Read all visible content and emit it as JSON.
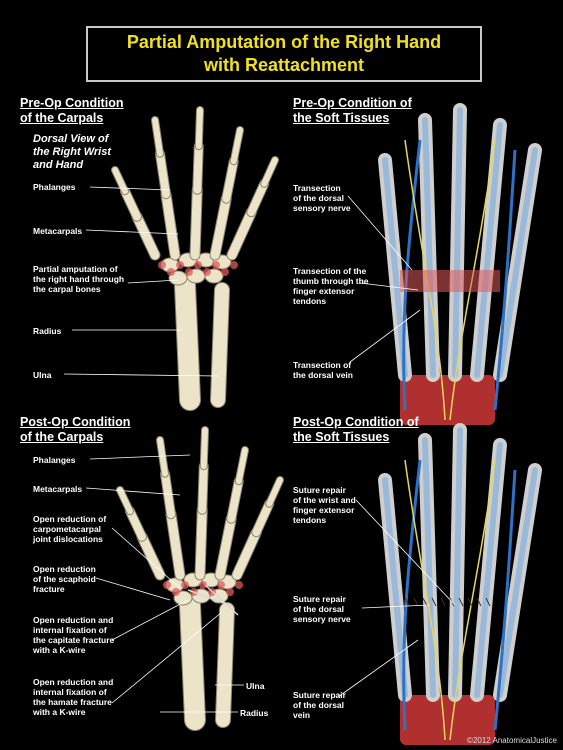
{
  "title": {
    "line1": "Partial Amputation of the Right Hand",
    "line2": "with Reattachment"
  },
  "panels": {
    "preop_carpals": {
      "heading1": "Pre-Op Condition",
      "heading2": "of the Carpals",
      "view1": "Dorsal View of",
      "view2": "the Right Wrist",
      "view3": "and Hand",
      "labels": {
        "phalanges": "Phalanges",
        "metacarpals": "Metacarpals",
        "amp1": "Partial amputation of",
        "amp2": "the right hand through",
        "amp3": "the carpal bones",
        "radius": "Radius",
        "ulna": "Ulna"
      }
    },
    "preop_soft": {
      "heading1": "Pre-Op Condition of",
      "heading2": "the Soft Tissues",
      "labels": {
        "nerve1": "Transection",
        "nerve2": "of the dorsal",
        "nerve3": "sensory nerve",
        "tendon1": "Transection of the",
        "tendon2": "thumb through the",
        "tendon3": "finger extensor",
        "tendon4": "tendons",
        "vein1": "Transection of",
        "vein2": "the dorsal vein"
      }
    },
    "postop_carpals": {
      "heading1": "Post-Op Condition",
      "heading2": "of the Carpals",
      "labels": {
        "phalanges": "Phalanges",
        "metacarpals": "Metacarpals",
        "cmc1": "Open reduction of",
        "cmc2": "carpometacarpal",
        "cmc3": "joint dislocations",
        "scaph1": "Open reduction",
        "scaph2": "of the scaphoid",
        "scaph3": "fracture",
        "cap1": "Open reduction and",
        "cap2": "internal fixation of",
        "cap3": "the capitate fracture",
        "cap4": "with a K-wire",
        "ham1": "Open reduction and",
        "ham2": "internal fixation of",
        "ham3": "the hamate fracture",
        "ham4": "with a K-wire",
        "ulna": "Ulna",
        "radius": "Radius"
      }
    },
    "postop_soft": {
      "heading1": "Post-Op Condition of",
      "heading2": "the Soft Tissues",
      "labels": {
        "ten1": "Suture repair",
        "ten2": "of the wrist and",
        "ten3": "finger extensor",
        "ten4": "tendons",
        "nrv1": "Suture repair",
        "nrv2": "of the dorsal",
        "nrv3": "sensory nerve",
        "vn1": "Suture repair",
        "vn2": "of the dorsal",
        "vn3": "vein"
      }
    }
  },
  "footer": "©2012 AnatomicalJustice",
  "colors": {
    "title": "#f0e11e",
    "bone": "#ece4c8",
    "tendon": "#9ab8d8",
    "vein": "#2f72c4",
    "nerve": "#e8d65a",
    "muscle": "#b03030",
    "fracture": "#e05a5a"
  }
}
